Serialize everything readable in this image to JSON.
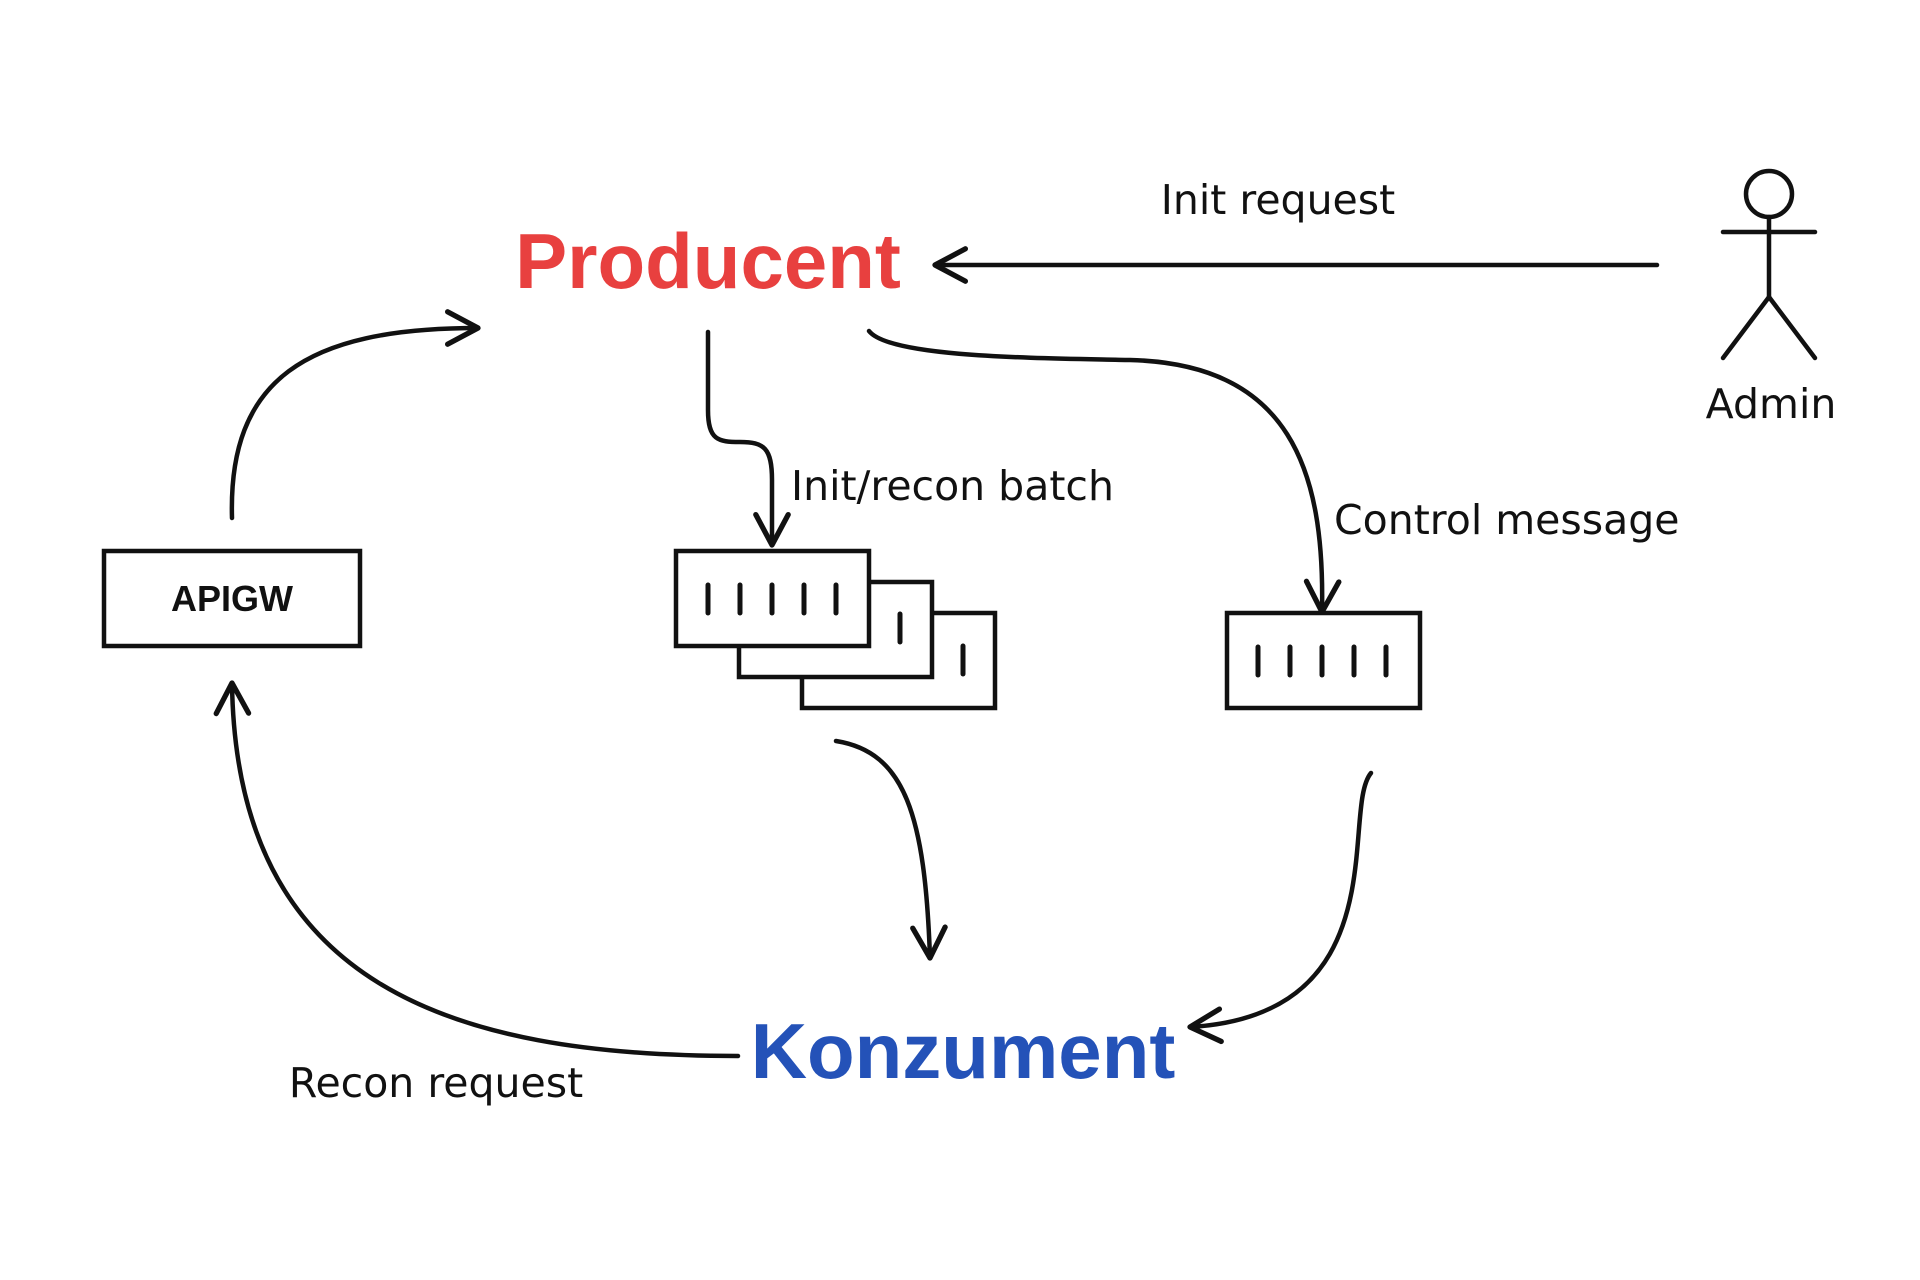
{
  "nodes": {
    "producer": {
      "label": "Producent",
      "color": "#e8403f"
    },
    "consumer": {
      "label": "Konzument",
      "color": "#2452b8"
    },
    "apigw": {
      "label": "APIGW"
    },
    "admin": {
      "label": "Admin"
    }
  },
  "edges": {
    "init_request": "Init request",
    "init_recon_batch": "Init/recon batch",
    "control_message": "Control message",
    "recon_request": "Recon request"
  },
  "icons": {
    "batch_queue": "stacked-queue-icon",
    "control_queue": "queue-icon",
    "admin": "stick-figure-icon"
  }
}
